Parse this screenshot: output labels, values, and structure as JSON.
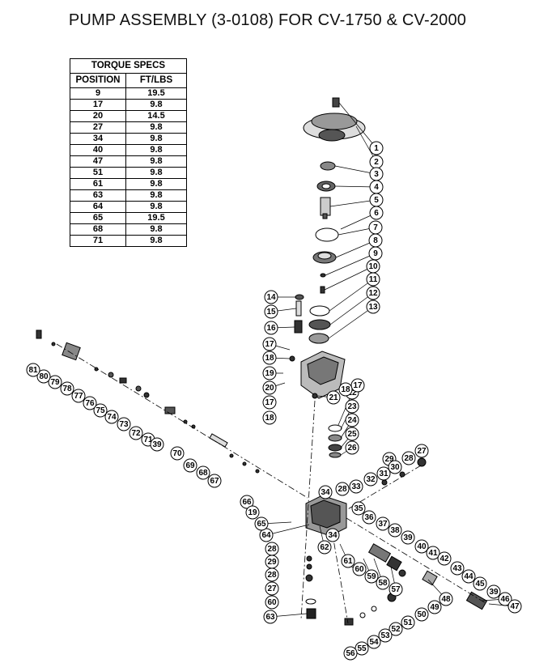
{
  "title": "PUMP ASSEMBLY (3-0108) FOR CV-1750 & CV-2000",
  "torque_table": {
    "heading": "TORQUE SPECS",
    "columns": [
      "POSITION",
      "FT/LBS"
    ],
    "rows": [
      [
        "9",
        "19.5"
      ],
      [
        "17",
        "9.8"
      ],
      [
        "20",
        "14.5"
      ],
      [
        "27",
        "9.8"
      ],
      [
        "34",
        "9.8"
      ],
      [
        "40",
        "9.8"
      ],
      [
        "47",
        "9.8"
      ],
      [
        "51",
        "9.8"
      ],
      [
        "61",
        "9.8"
      ],
      [
        "63",
        "9.8"
      ],
      [
        "64",
        "9.8"
      ],
      [
        "65",
        "19.5"
      ],
      [
        "68",
        "9.8"
      ],
      [
        "71",
        "9.8"
      ]
    ]
  },
  "callouts": [
    "1",
    "2",
    "3",
    "4",
    "5",
    "6",
    "7",
    "8",
    "9",
    "10",
    "11",
    "12",
    "13",
    "14",
    "15",
    "16",
    "17",
    "18",
    "19",
    "20",
    "21",
    "22",
    "23",
    "24",
    "25",
    "26",
    "27",
    "28",
    "29",
    "30",
    "31",
    "32",
    "33",
    "34",
    "35",
    "36",
    "37",
    "38",
    "39",
    "40",
    "41",
    "42",
    "43",
    "44",
    "45",
    "46",
    "47",
    "48",
    "49",
    "50",
    "51",
    "52",
    "53",
    "54",
    "55",
    "56",
    "57",
    "58",
    "59",
    "60",
    "61",
    "62",
    "63",
    "64",
    "65",
    "66",
    "67",
    "68",
    "69",
    "70",
    "71",
    "72",
    "73",
    "74",
    "75",
    "76",
    "77",
    "78",
    "79",
    "80",
    "81"
  ]
}
